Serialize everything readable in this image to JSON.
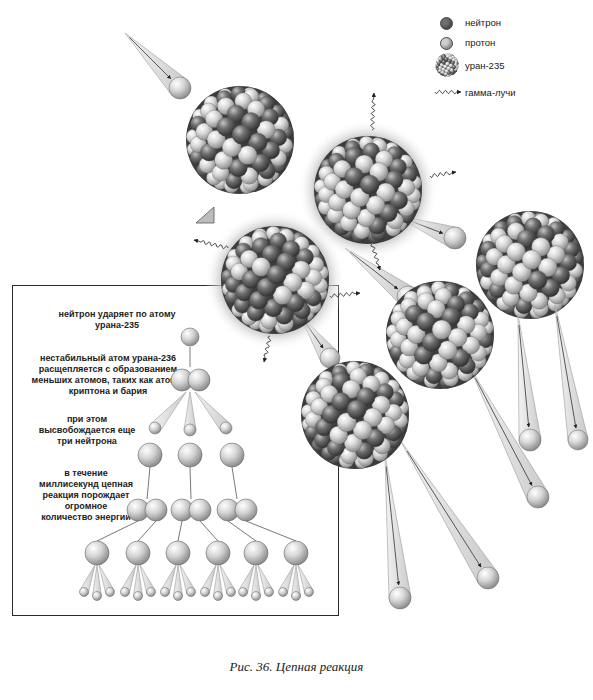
{
  "diagram": {
    "caption": "Рис. 36. Цепная реакция",
    "nodes": [
      {
        "text": [
          "нейтрон ударяет по атому урана-235",
          "нестабильный атом урана-236 расщепляется с образованием меньших атомов, таких как атомы криптона и бария",
          "при этом высвобождается еще три нейтрона",
          "в течение миллисекунд цепная реакция порождает огромное количество энергии"
        ]
      }
    ],
    "legend": [
      {
        "text": "нейтрон",
        "color": "#6e6e6e"
      },
      {
        "text": "протон",
        "color": "#cfcfcf"
      },
      {
        "text": "уран-235"
      },
      {
        "text": "гамма-лучи"
      }
    ]
  }
}
